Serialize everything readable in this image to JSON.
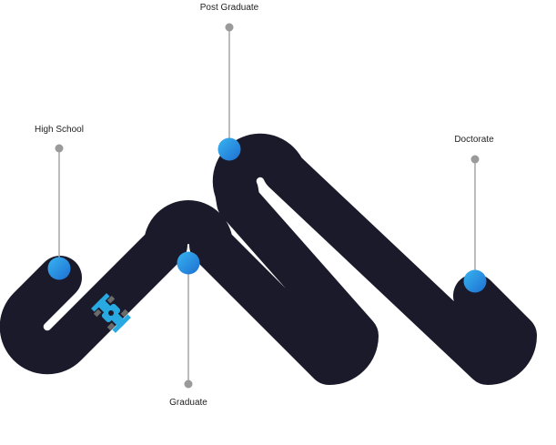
{
  "milestones": [
    {
      "label": "High School"
    },
    {
      "label": "Graduate"
    },
    {
      "label": "Post Graduate"
    },
    {
      "label": "Doctorate"
    }
  ],
  "icons": {
    "vehicle": "race-car-icon"
  },
  "colors": {
    "track": "#1a1a2b",
    "track_lane": "#ffffff",
    "marker_top": "#38b4f2",
    "marker_bottom": "#1d6fd0",
    "pin_line": "#a6a6a6",
    "pin_dot": "#9a9a9a",
    "car": "#29a9e1",
    "car_wheels": "#6b6b6b"
  }
}
